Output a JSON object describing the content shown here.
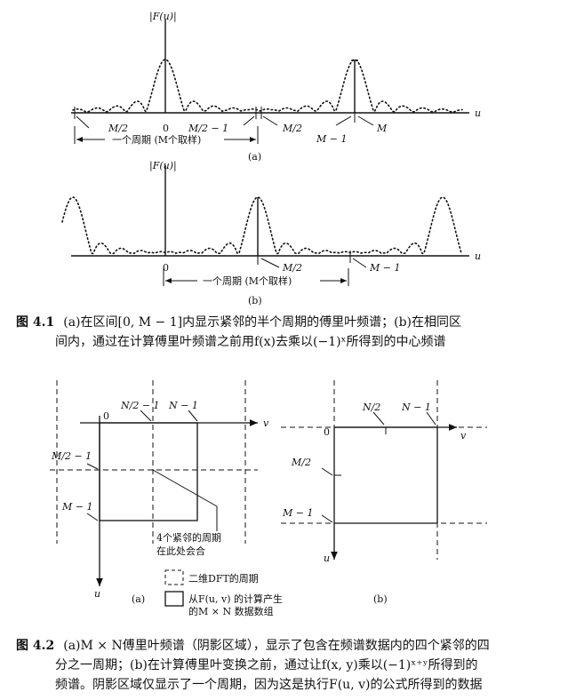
{
  "fig41": {
    "a": {
      "yaxis": "|F(u)|",
      "uaxis": "u",
      "lbl_m2_left": "M/2",
      "lbl_zero": "0",
      "lbl_m2_minus1": "M/2 − 1",
      "lbl_m2_right": "M/2",
      "lbl_m_minus1": "M − 1",
      "lbl_m": "M",
      "period": "一个周期 (M个取样)",
      "sub": "(a)"
    },
    "b": {
      "yaxis": "|F(u)|",
      "uaxis": "u",
      "lbl_zero": "0",
      "lbl_m2": "M/2",
      "lbl_m_minus1": "M − 1",
      "period": "一个周期 (M个取样)",
      "sub": "(b)"
    },
    "caption_num": "图 4.1",
    "caption_line1": "(a)在区间[0, M − 1]内显示紧邻的半个周期的傅里叶频谱；(b)在相同区",
    "caption_line2": "间内，通过在计算傅里叶频谱之前用f(x)去乘以(−1)ˣ所得到的中心频谱"
  },
  "fig42": {
    "a": {
      "n2": "N/2 − 1",
      "n1": "N − 1",
      "zero": "0",
      "v": "v",
      "m2": "M/2 − 1",
      "m1": "M − 1",
      "u": "u",
      "note1": "4个紧邻的周期",
      "note2": "在此处会合",
      "sub": "(a)"
    },
    "legend": {
      "dashed": "二维DFT的周期",
      "solid1": "从F(u, v) 的计算产生",
      "solid2": "的M × N 数据数组"
    },
    "b": {
      "n2": "N/2",
      "n1": "N − 1",
      "zero": "0",
      "v": "v",
      "m2": "M/2",
      "m1": "M − 1",
      "u": "u",
      "sub": "(b)"
    },
    "caption_num": "图 4.2",
    "caption_line1": "(a)M × N傅里叶频谱（阴影区域），显示了包含在频谱数据内的四个紧邻的四",
    "caption_line2": "分之一周期；(b)在计算傅里叶变换之前，通过让f(x, y)乘以(−1)ˣ⁺ʸ所得到的",
    "caption_line3": "频谱。阴影区域仅显示了一个周期，因为这是执行F(u, v)的公式所得到的数据"
  }
}
